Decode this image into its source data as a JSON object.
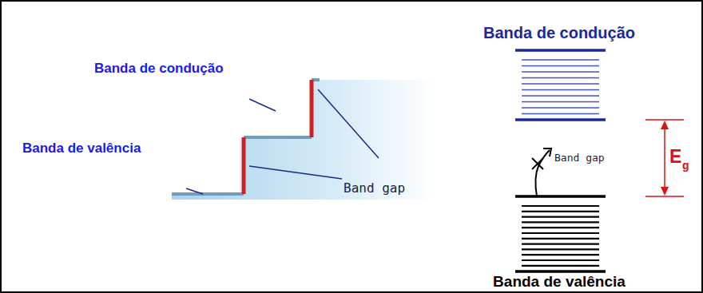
{
  "diagram": {
    "nodes": [
      {
        "text": [
          "Banda de condução"
        ]
      },
      {
        "text": [
          "Banda de valência"
        ]
      }
    ],
    "labels": [
      "Banda de condução",
      "Banda de valência",
      "Band gap",
      "Band gap",
      "E",
      "g"
    ]
  }
}
